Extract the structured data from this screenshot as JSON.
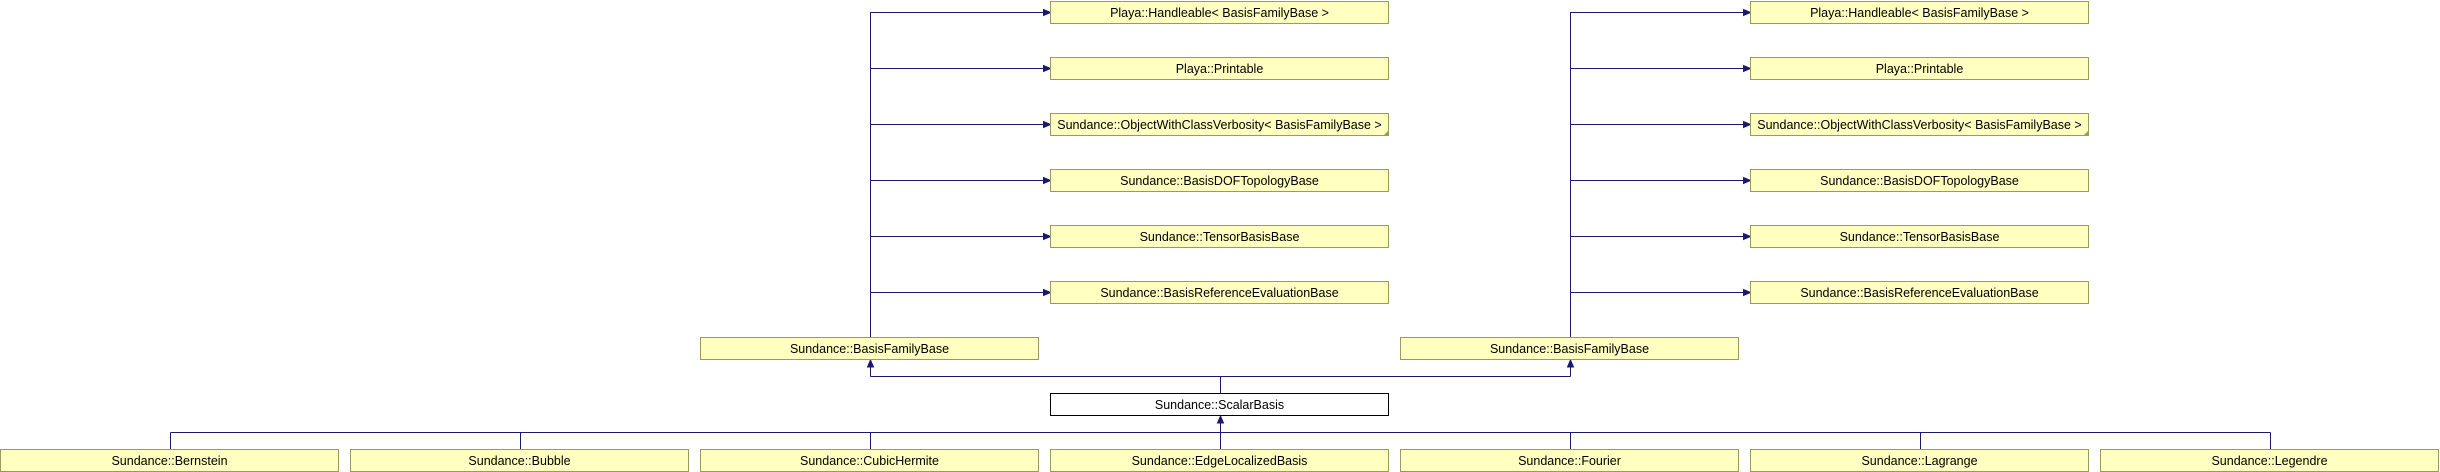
{
  "diagram": {
    "current_class": "Sundance::ScalarBasis",
    "nodes": {
      "handleable_l": "Playa::Handleable< BasisFamilyBase >",
      "printable_l": "Playa::Printable",
      "objverb_l": "Sundance::ObjectWithClassVerbosity< BasisFamilyBase >",
      "doftopo_l": "Sundance::BasisDOFTopologyBase",
      "tensor_l": "Sundance::TensorBasisBase",
      "refeval_l": "Sundance::BasisReferenceEvaluationBase",
      "bfb_l": "Sundance::BasisFamilyBase",
      "handleable_r": "Playa::Handleable< BasisFamilyBase >",
      "printable_r": "Playa::Printable",
      "objverb_r": "Sundance::ObjectWithClassVerbosity< BasisFamilyBase >",
      "doftopo_r": "Sundance::BasisDOFTopologyBase",
      "tensor_r": "Sundance::TensorBasisBase",
      "refeval_r": "Sundance::BasisReferenceEvaluationBase",
      "bfb_r": "Sundance::BasisFamilyBase",
      "scalar": "Sundance::ScalarBasis",
      "bernstein": "Sundance::Bernstein",
      "bubble": "Sundance::Bubble",
      "cubichermite": "Sundance::CubicHermite",
      "edgelocalized": "Sundance::EdgeLocalizedBasis",
      "fourier": "Sundance::Fourier",
      "lagrange": "Sundance::Lagrange",
      "legendre": "Sundance::Legendre"
    },
    "colors": {
      "node_fill": "#ffffc0",
      "node_border": "#9a9a60",
      "current_fill": "#ffffff",
      "current_border": "#000000",
      "edge": "#191970"
    }
  }
}
